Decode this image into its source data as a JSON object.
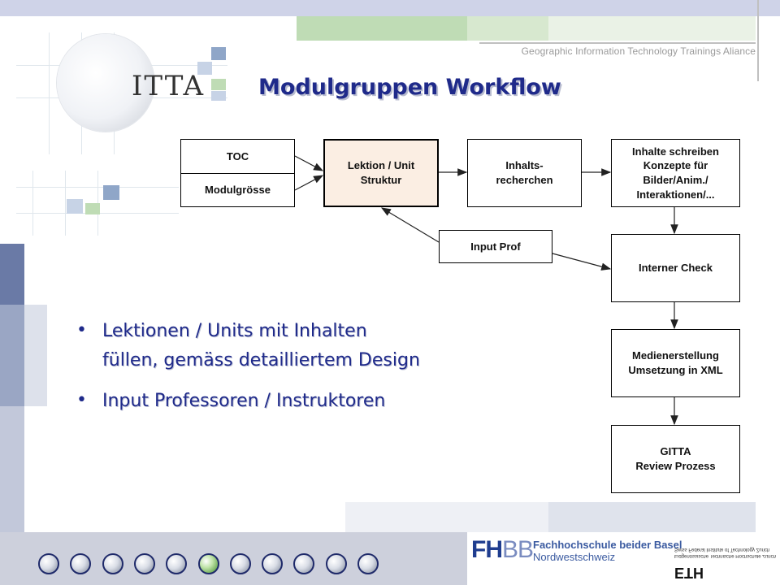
{
  "header": {
    "alliance": "Geographic Information Technology Trainings Aliance",
    "logo_text": "ITTA",
    "title": "Modulgruppen Workflow"
  },
  "diagram": {
    "toc_top": "TOC",
    "toc_bottom": "Modulgrösse",
    "lektion": "Lektion / Unit\nStruktur",
    "inhalts": "Inhalts-\nrecherchen",
    "inhalte": "Inhalte schreiben\nKonzepte für\nBilder/Anim./\nInteraktionen/...",
    "input_prof": "Input Prof",
    "interner": "Interner Check",
    "medien": "Medienerstellung\nUmsetzung in XML",
    "gitta": "GITTA\nReview Prozess"
  },
  "bullets": [
    "Lektionen / Units mit Inhalten\nfüllen, gemäss detailliertem Design",
    "Input Professoren / Instruktoren"
  ],
  "bullet_symbol": "•",
  "footer": {
    "fhbb_fh": "FH",
    "fhbb_bb": "BB",
    "fhbb_name": "Fachhochschule beider Basel",
    "fhbb_sub": "Nordwestschweiz",
    "eth_line1": "Eidgenössische Technische Hochschule Zürich",
    "eth_line2": "Swiss Federal Institute of Technology Zurich",
    "eth_logo": "ETH",
    "active_dot_index": 5,
    "dot_count": 11
  },
  "colors": {
    "title": "#1f2a8a",
    "highlight_box": "#fbeee3",
    "top_band": "#cfd3e8",
    "bottom_band": "#cdd0dc"
  }
}
